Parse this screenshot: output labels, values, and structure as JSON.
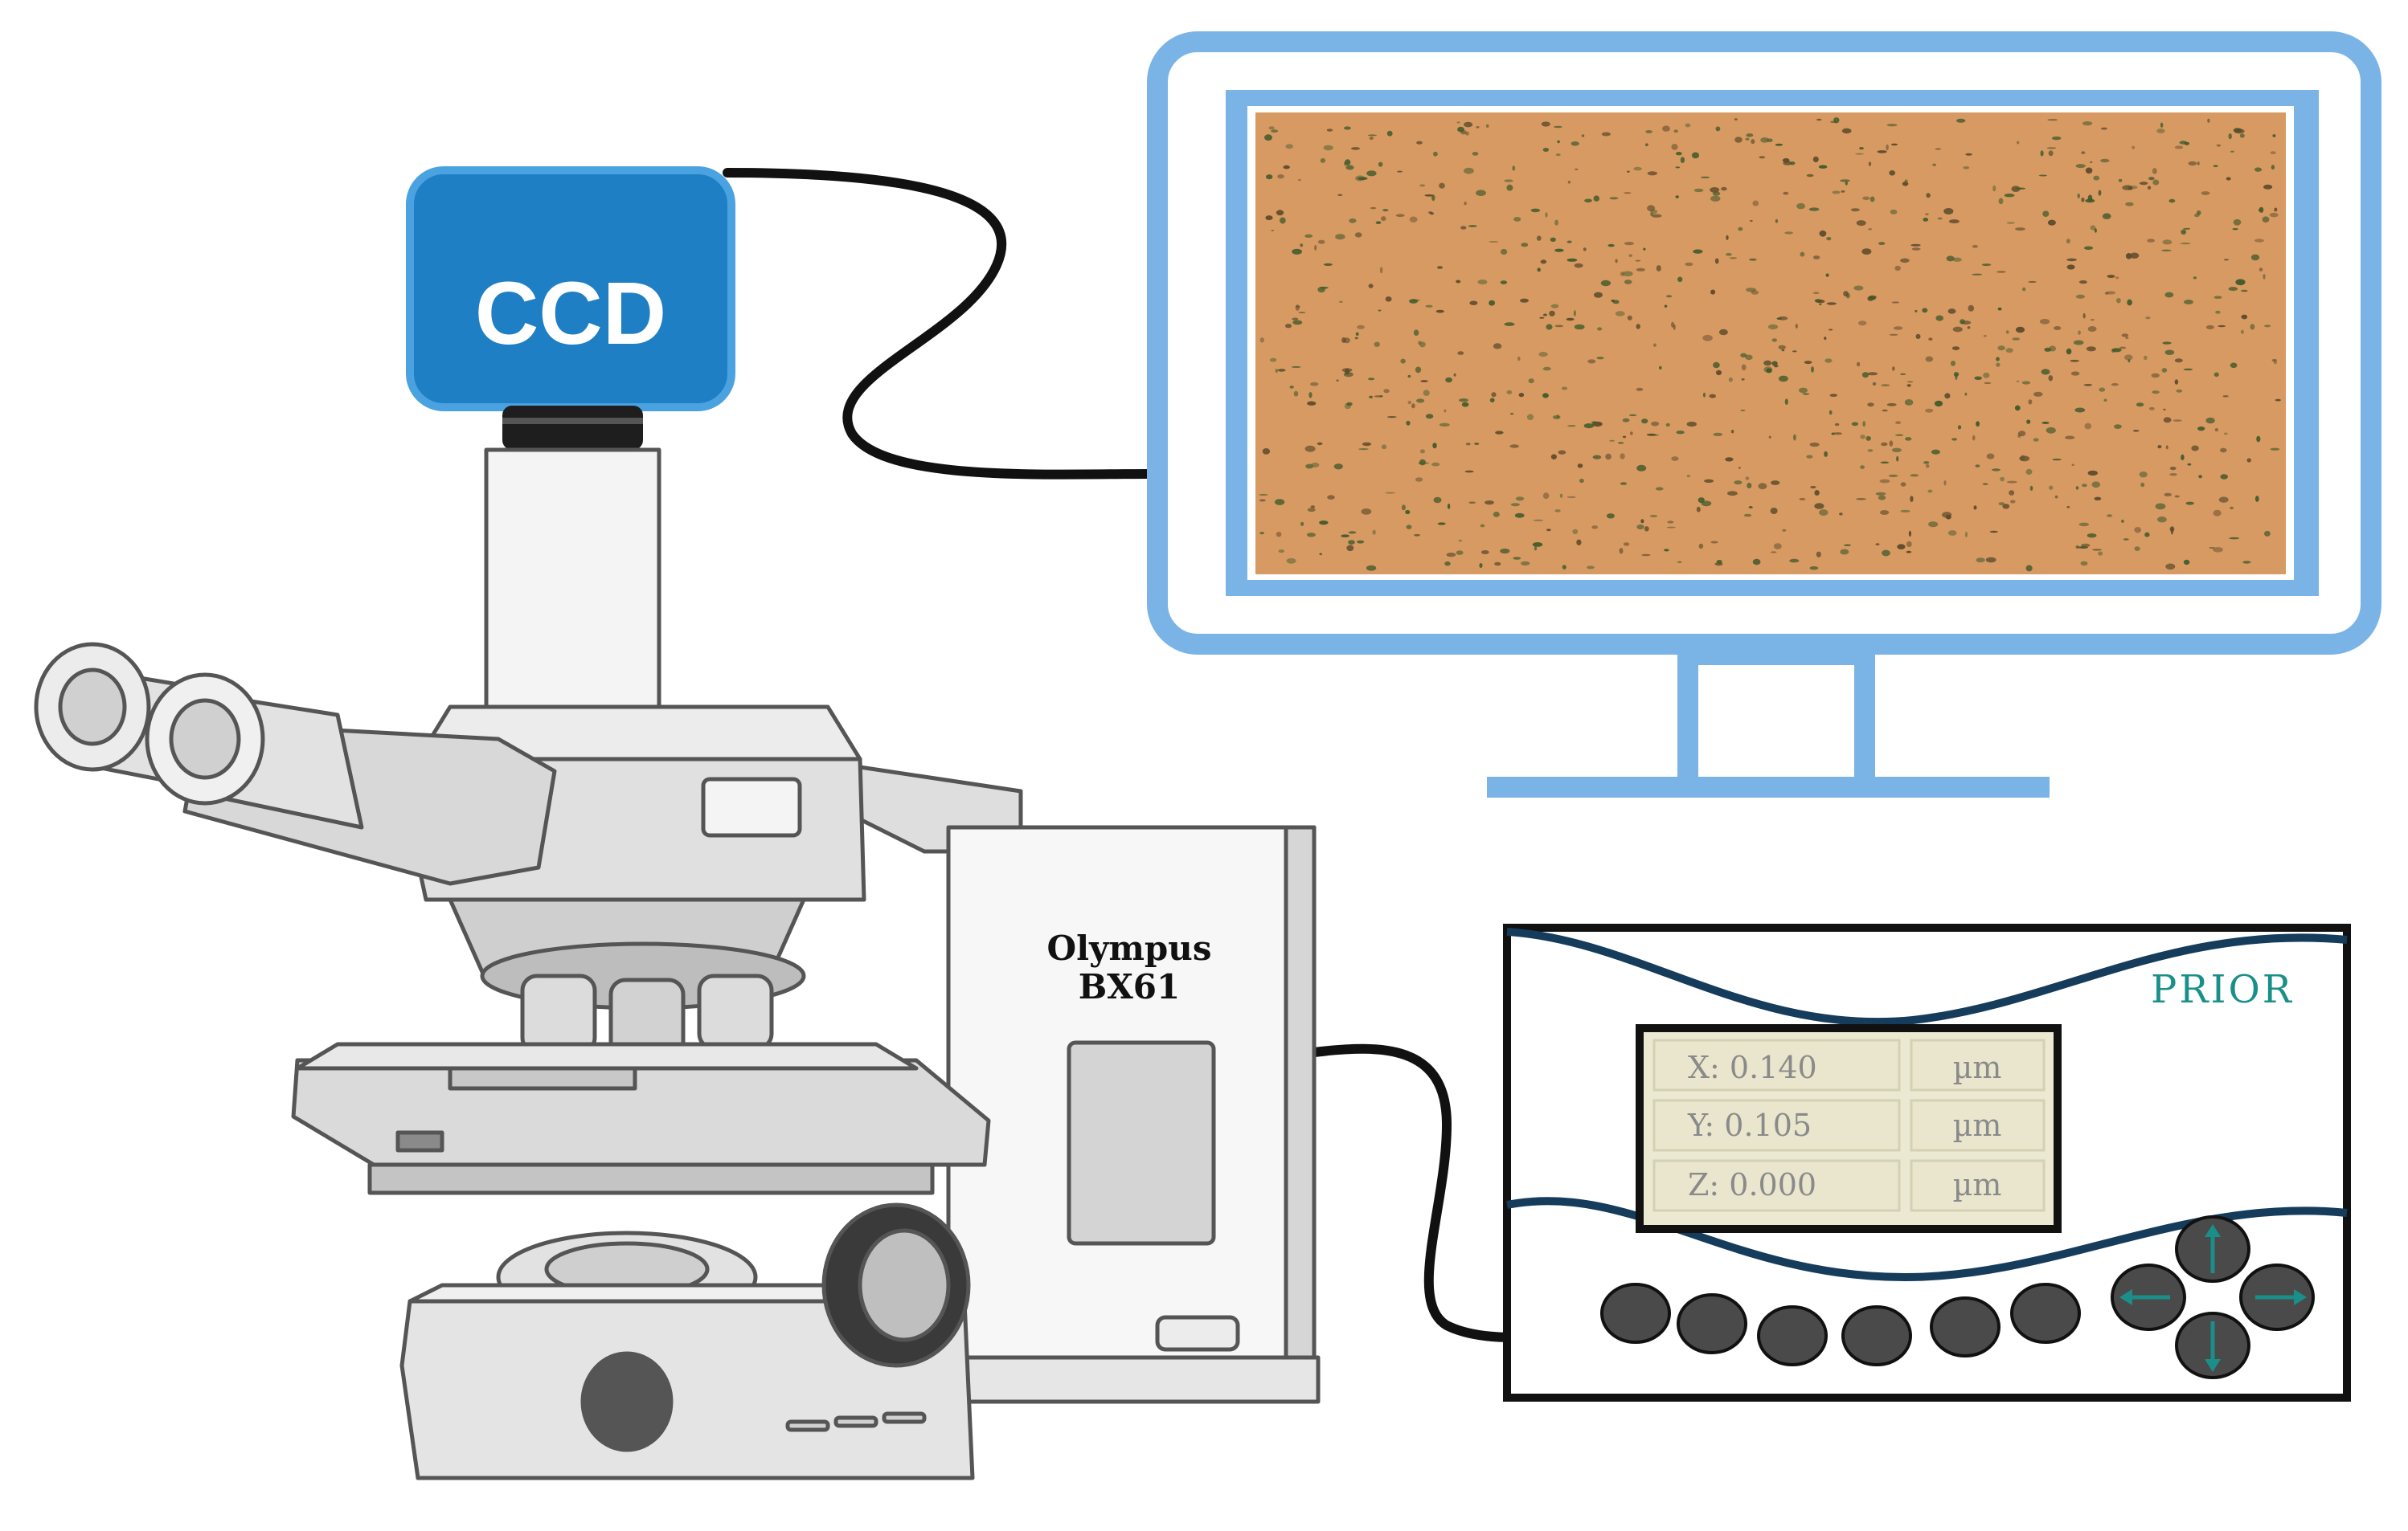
{
  "camera": {
    "label": "CCD",
    "body_color": "#1f7fc4",
    "border_color": "#4aa3e0"
  },
  "microscope": {
    "brand_line1": "Olympus",
    "brand_line2": "BX61",
    "body_color": "#d9d9d9",
    "outline_color": "#555555"
  },
  "monitor": {
    "frame_color": "#7ab4e6",
    "sample_color": "#d89a63",
    "particle_color": "#3f5a2b"
  },
  "controller": {
    "brand": "PRIOR",
    "brand_color": "#1a8f8a",
    "wave_color": "#153c5a",
    "readouts": [
      {
        "axis_value": "X: 0.140",
        "unit": "µm"
      },
      {
        "axis_value": "Y: 0.105",
        "unit": "µm"
      },
      {
        "axis_value": "Z: 0.000",
        "unit": "µm"
      }
    ],
    "button_count": 6,
    "dpad_arrow_color": "#1a8f8a",
    "button_color": "#4a4a4a"
  },
  "cable_color": "#111111"
}
